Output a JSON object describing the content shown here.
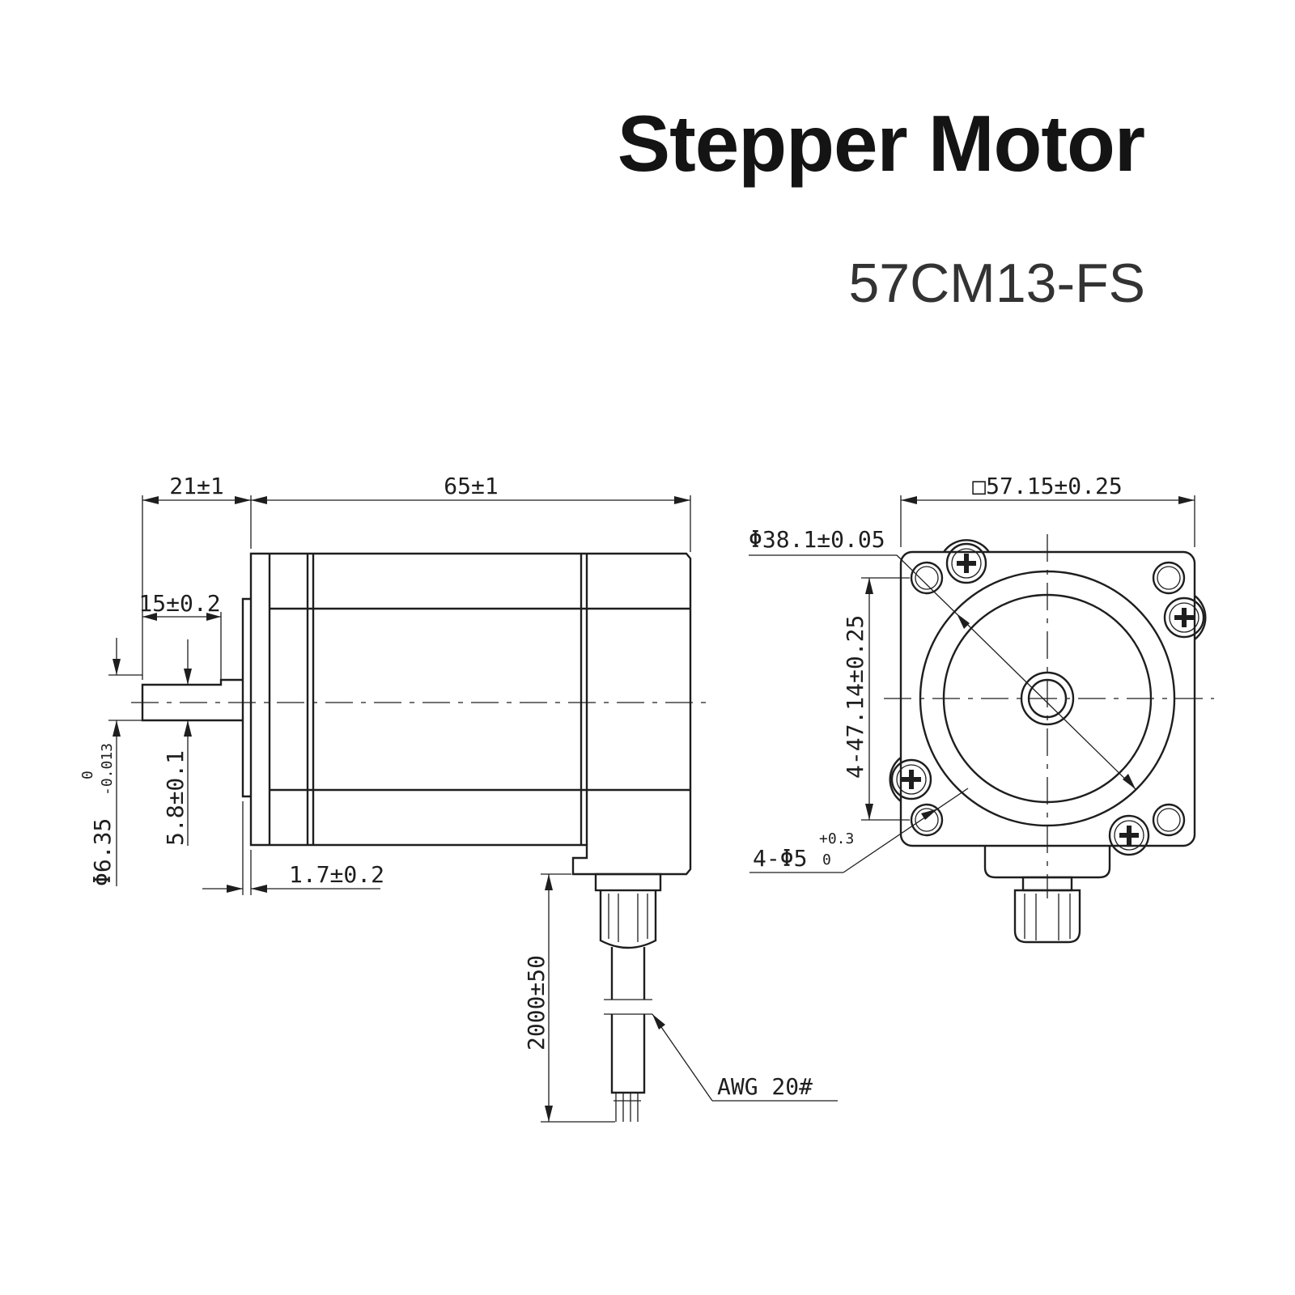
{
  "header": {
    "title": "Stepper Motor",
    "model": "57CM13-FS"
  },
  "dimensions": {
    "shaft_length": "21±1",
    "body_length": "65±1",
    "flat_length": "15±0.2",
    "shaft_diameter": "Φ6.35",
    "shaft_diameter_tol_upper": "0",
    "shaft_diameter_tol_lower": "-0.013",
    "flat_depth": "5.8±0.1",
    "boss_height": "1.7±0.2",
    "cable_length": "2000±50",
    "wire_gauge": "AWG 20#",
    "flange_square": "□57.15±0.25",
    "pilot_diameter": "Φ38.1±0.05",
    "hole_spacing": "4-47.14±0.25",
    "mount_holes": "4-Φ5",
    "mount_holes_tol_upper": "+0.3",
    "mount_holes_tol_lower": "0"
  }
}
